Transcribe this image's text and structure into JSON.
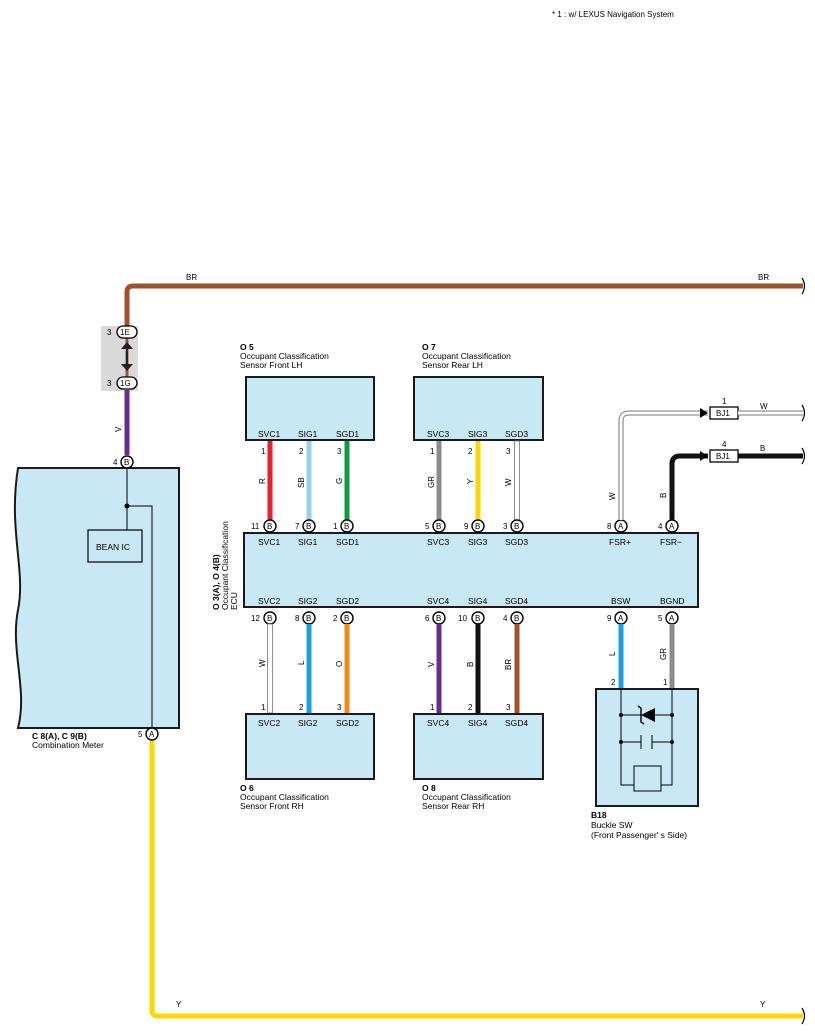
{
  "note": "* 1 : w/ LEXUS Navigation System",
  "colors": {
    "BR": "#a0522d",
    "V": "#6a2c8c",
    "Y": "#ffd700",
    "R": "#e8202a",
    "SB": "#9ad0ee",
    "G": "#119944",
    "GR": "#8c8c8c",
    "W": "#ffffff",
    "L": "#1aa0e0",
    "O": "#f08c1e",
    "B": "#111111",
    "box": "#c8e8f6"
  },
  "wires": {
    "br_top_left": "BR",
    "br_top_right": "BR",
    "y_bottom_left": "Y",
    "y_bottom_right": "Y",
    "v": "V",
    "w_right": "W",
    "b_right": "B"
  },
  "junction": {
    "pin1": "3",
    "conn1": "1E",
    "pin2": "3",
    "conn2": "1G"
  },
  "combo_meter": {
    "code": "C 8(A), C 9(B)",
    "name": "Combination Meter",
    "inner": "BEAN IC",
    "pin_top": "4",
    "conn_top": "B",
    "pin_bottom": "5",
    "conn_bottom": "A"
  },
  "ecu": {
    "code": "O 3(A), O 4(B)",
    "name1": "Occupant Classification",
    "name2": "ECU",
    "top": [
      {
        "label": "SVC1",
        "pin": "11",
        "conn": "B"
      },
      {
        "label": "SIG1",
        "pin": "7",
        "conn": "B"
      },
      {
        "label": "SGD1",
        "pin": "1",
        "conn": "B"
      },
      {
        "label": "SVC3",
        "pin": "5",
        "conn": "B"
      },
      {
        "label": "SIG3",
        "pin": "9",
        "conn": "B"
      },
      {
        "label": "SGD3",
        "pin": "3",
        "conn": "B"
      },
      {
        "label": "FSR+",
        "pin": "8",
        "conn": "A"
      },
      {
        "label": "FSR−",
        "pin": "4",
        "conn": "A"
      }
    ],
    "bottom": [
      {
        "label": "SVC2",
        "pin": "12",
        "conn": "B"
      },
      {
        "label": "SIG2",
        "pin": "8",
        "conn": "B"
      },
      {
        "label": "SGD2",
        "pin": "2",
        "conn": "B"
      },
      {
        "label": "SVC4",
        "pin": "6",
        "conn": "B"
      },
      {
        "label": "SIG4",
        "pin": "10",
        "conn": "B"
      },
      {
        "label": "SGD4",
        "pin": "4",
        "conn": "B"
      },
      {
        "label": "BSW",
        "pin": "9",
        "conn": "A"
      },
      {
        "label": "BGND",
        "pin": "5",
        "conn": "A"
      }
    ]
  },
  "sensors": {
    "o5": {
      "code": "O 5",
      "line1": "Occupant Classification",
      "line2": "Sensor Front LH",
      "pins": [
        {
          "label": "SVC1",
          "pin": "1",
          "wire": "R"
        },
        {
          "label": "SIG1",
          "pin": "2",
          "wire": "SB"
        },
        {
          "label": "SGD1",
          "pin": "3",
          "wire": "G"
        }
      ]
    },
    "o7": {
      "code": "O 7",
      "line1": "Occupant Classification",
      "line2": "Sensor Rear LH",
      "pins": [
        {
          "label": "SVC3",
          "pin": "1",
          "wire": "GR"
        },
        {
          "label": "SIG3",
          "pin": "2",
          "wire": "Y"
        },
        {
          "label": "SGD3",
          "pin": "3",
          "wire": "W"
        }
      ]
    },
    "o6": {
      "code": "O 6",
      "line1": "Occupant Classification",
      "line2": "Sensor Front RH",
      "pins": [
        {
          "label": "SVC2",
          "pin": "1",
          "wire": "W"
        },
        {
          "label": "SIG2",
          "pin": "2",
          "wire": "L"
        },
        {
          "label": "SGD2",
          "pin": "3",
          "wire": "O"
        }
      ]
    },
    "o8": {
      "code": "O 8",
      "line1": "Occupant Classification",
      "line2": "Sensor Rear RH",
      "pins": [
        {
          "label": "SVC4",
          "pin": "1",
          "wire": "V"
        },
        {
          "label": "SIG4",
          "pin": "2",
          "wire": "B"
        },
        {
          "label": "SGD4",
          "pin": "3",
          "wire": "BR"
        }
      ]
    }
  },
  "right_wires": {
    "fsr_plus": "W",
    "fsr_minus": "B",
    "bsw": "L",
    "bgnd": "GR"
  },
  "bj1_top": {
    "pin": "1",
    "label": "BJ1",
    "wire": "W"
  },
  "bj1_bottom": {
    "pin": "4",
    "label": "BJ1",
    "wire": "B"
  },
  "buckle": {
    "code": "B18",
    "line1": "Buckle SW",
    "line2": "(Front Passenger' s Side)",
    "pin_left": "2",
    "pin_right": "1"
  }
}
